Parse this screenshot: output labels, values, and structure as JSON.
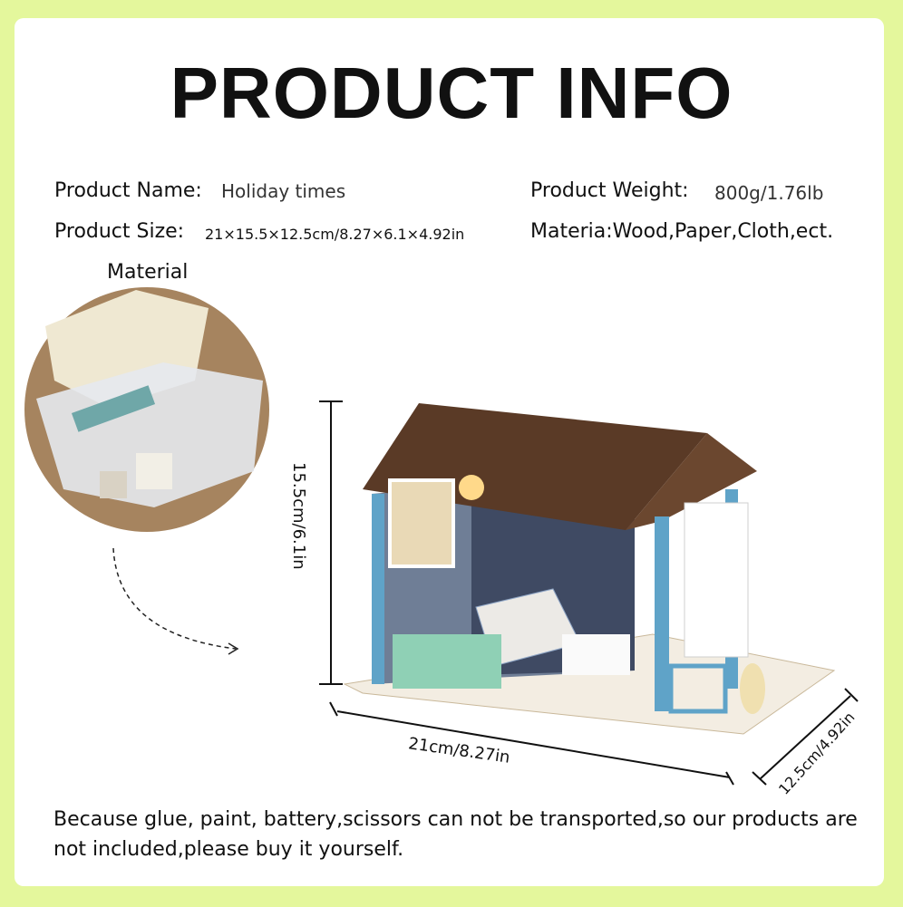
{
  "title": "PRODUCT INFO",
  "info": {
    "name_label": "Product Name:",
    "name_value": "Holiday times",
    "size_label": "Product Size:",
    "size_value": "21×15.5×12.5cm/8.27×6.1×4.92in",
    "weight_label": "Product Weight:",
    "weight_value": "800g/1.76lb",
    "material_text": "Materia:Wood,Paper,Cloth,ect."
  },
  "material_caption": "Material",
  "dimensions": {
    "height": "15.5cm/6.1in",
    "width": "21cm/8.27in",
    "depth": "12.5cm/4.92in"
  },
  "note": "Because glue, paint, battery,scissors can not be transported,so our products are not included,please buy it yourself.",
  "colors": {
    "background": "#e4f79c",
    "roof": "#5a3a26",
    "wall_trim": "#5fa3c8"
  }
}
